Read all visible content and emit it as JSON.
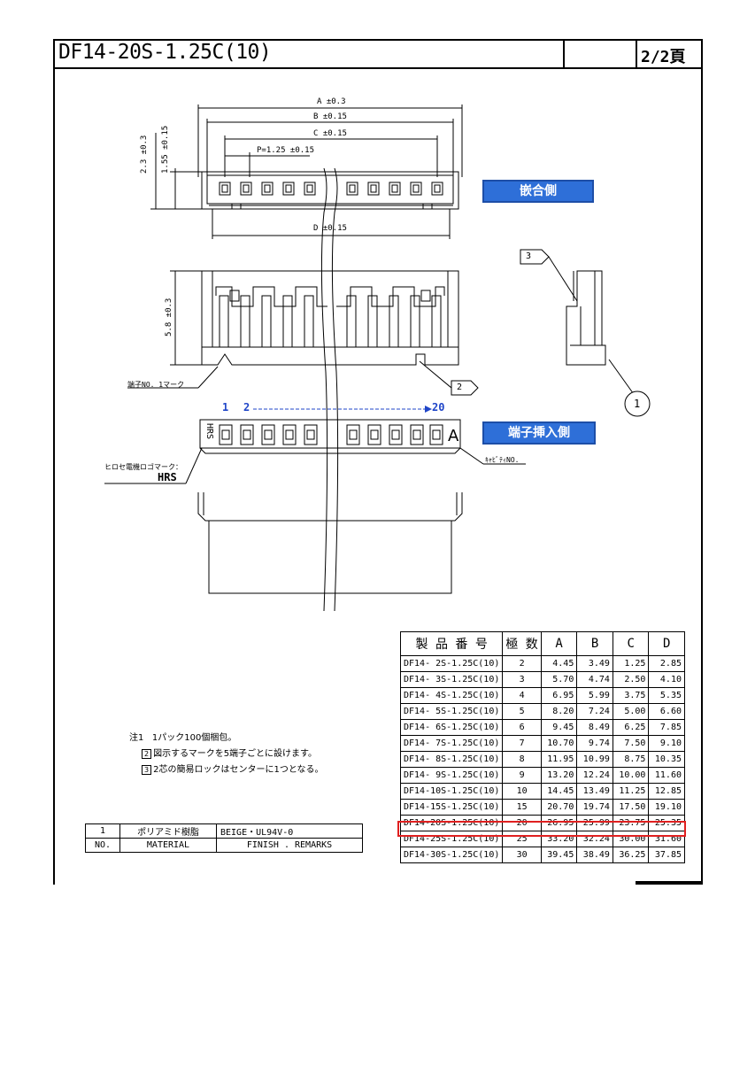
{
  "title_block": {
    "part_number": "DF14-20S-1.25C(10)",
    "page": "2/2頁"
  },
  "dimensions": {
    "a": "A ±0.3",
    "b": "B ±0.15",
    "c": "C ±0.15",
    "d": "D ±0.15",
    "pitch": "P=1.25 ±0.15",
    "h1": "1.55 ±0.15",
    "h2": "2.3 ±0.3",
    "h3": "5.8 ±0.3"
  },
  "callouts": {
    "mating_side": "嵌合側",
    "insertion_side": "端子挿入側",
    "terminal_no1": "端子NO. 1マーク",
    "cavity_no": "ｷｬﾋﾞﾃｨNO.",
    "hirose_logo": "ヒロセ電機ロゴマーク：",
    "logo_text": "HRS",
    "pos_1": "1",
    "pos_2": "2",
    "pos_20": "20",
    "letter_a": "A",
    "mark2": "2",
    "mark3": "3",
    "mark1": "1"
  },
  "notes": {
    "prefix": "注1",
    "n1": "1パック100個梱包。",
    "n2_mark": "2",
    "n2": "図示するマークを5端子ごとに設けます。",
    "n3_mark": "3",
    "n3": "2芯の簡易ロックはセンターに1つとなる。"
  },
  "material_table": {
    "row": {
      "no": "1",
      "material": "ポリアミド樹脂",
      "finish": "BEIGE・UL94V-0"
    },
    "header": {
      "no": "NO.",
      "material": "MATERIAL",
      "finish": "FINISH . REMARKS"
    }
  },
  "spec_table": {
    "headers": [
      "製 品 番 号",
      "極 数",
      "A",
      "B",
      "C",
      "D"
    ],
    "highlight_color": "#e02020",
    "rows": [
      [
        "DF14- 2S-1.25C(10)",
        "2",
        "4.45",
        "3.49",
        "1.25",
        "2.85"
      ],
      [
        "DF14- 3S-1.25C(10)",
        "3",
        "5.70",
        "4.74",
        "2.50",
        "4.10"
      ],
      [
        "DF14- 4S-1.25C(10)",
        "4",
        "6.95",
        "5.99",
        "3.75",
        "5.35"
      ],
      [
        "DF14- 5S-1.25C(10)",
        "5",
        "8.20",
        "7.24",
        "5.00",
        "6.60"
      ],
      [
        "DF14- 6S-1.25C(10)",
        "6",
        "9.45",
        "8.49",
        "6.25",
        "7.85"
      ],
      [
        "DF14- 7S-1.25C(10)",
        "7",
        "10.70",
        "9.74",
        "7.50",
        "9.10"
      ],
      [
        "DF14- 8S-1.25C(10)",
        "8",
        "11.95",
        "10.99",
        "8.75",
        "10.35"
      ],
      [
        "DF14- 9S-1.25C(10)",
        "9",
        "13.20",
        "12.24",
        "10.00",
        "11.60"
      ],
      [
        "DF14-10S-1.25C(10)",
        "10",
        "14.45",
        "13.49",
        "11.25",
        "12.85"
      ],
      [
        "DF14-15S-1.25C(10)",
        "15",
        "20.70",
        "19.74",
        "17.50",
        "19.10"
      ],
      [
        "DF14-20S-1.25C(10)",
        "20",
        "26.95",
        "25.99",
        "23.75",
        "25.35"
      ],
      [
        "DF14-25S-1.25C(10)",
        "25",
        "33.20",
        "32.24",
        "30.00",
        "31.60"
      ],
      [
        "DF14-30S-1.25C(10)",
        "30",
        "39.45",
        "38.49",
        "36.25",
        "37.85"
      ]
    ]
  }
}
